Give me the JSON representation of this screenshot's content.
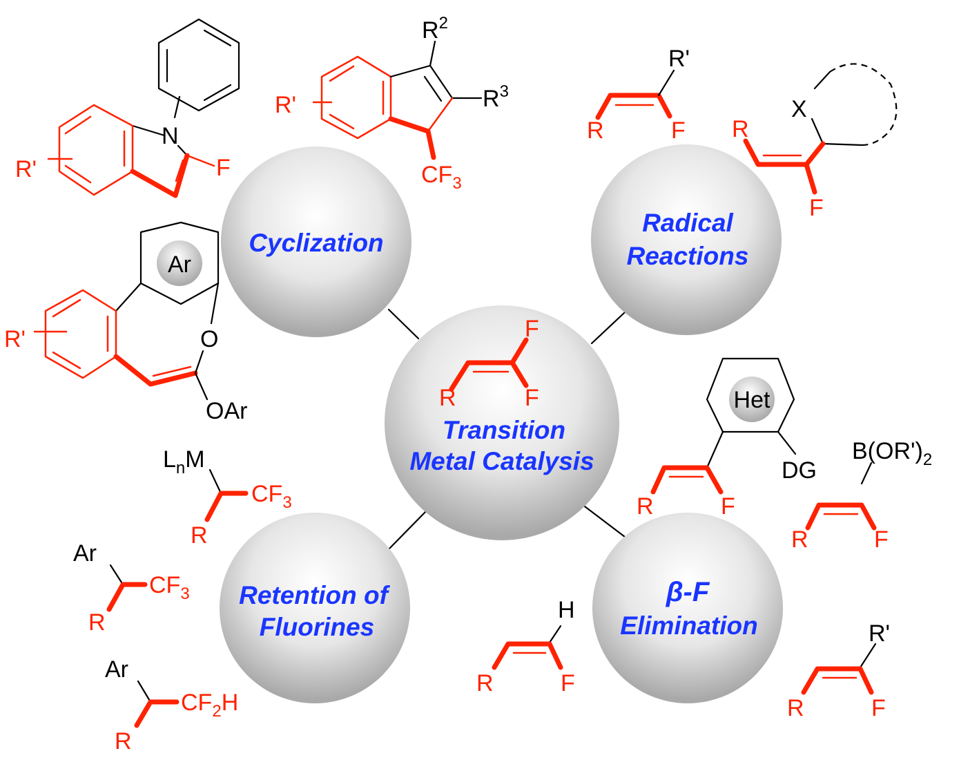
{
  "center": {
    "line1": "Transition",
    "line2": "Metal Catalysis",
    "R": "R",
    "F1": "F",
    "F2": "F"
  },
  "categories": {
    "cyclization": "Cyclization",
    "radical_line1": "Radical",
    "radical_line2": "Reactions",
    "retention_line1": "Retention of",
    "retention_line2": "Fluorines",
    "beta_line1": "β-F",
    "beta_line2": "Elimination"
  },
  "structures": {
    "indole": {
      "N": "N",
      "F": "F",
      "Rp": "R'"
    },
    "indene": {
      "R2": "R",
      "R2sup": "2",
      "R3": "R",
      "R3sup": "3",
      "Rp": "R'",
      "CF": "CF",
      "sub3": "3"
    },
    "oxepine": {
      "Ar": "Ar",
      "O": "O",
      "OAr": "OAr",
      "Rp": "R'"
    },
    "radical_alkene": {
      "Rp": "R'",
      "R": "R",
      "F": "F"
    },
    "radical_ring": {
      "X": "X",
      "R": "R",
      "F": "F"
    },
    "metal": {
      "L": "L",
      "n": "n",
      "M": "M",
      "R": "R",
      "CF": "CF",
      "sub3": "3"
    },
    "aryl_cf3": {
      "Ar": "Ar",
      "R": "R",
      "CF": "CF",
      "sub3": "3"
    },
    "aryl_cf2h": {
      "Ar": "Ar",
      "R": "R",
      "CF": "CF",
      "sub2": "2",
      "H": "H"
    },
    "het": {
      "Het": "Het",
      "DG": "DG",
      "R": "R",
      "F": "F"
    },
    "boron": {
      "B": "B(OR')",
      "sub2": "2",
      "R": "R",
      "F": "F"
    },
    "vinyl_h": {
      "H": "H",
      "R": "R",
      "F": "F"
    },
    "vinyl_rp": {
      "Rp": "R'",
      "R": "R",
      "F": "F"
    }
  }
}
